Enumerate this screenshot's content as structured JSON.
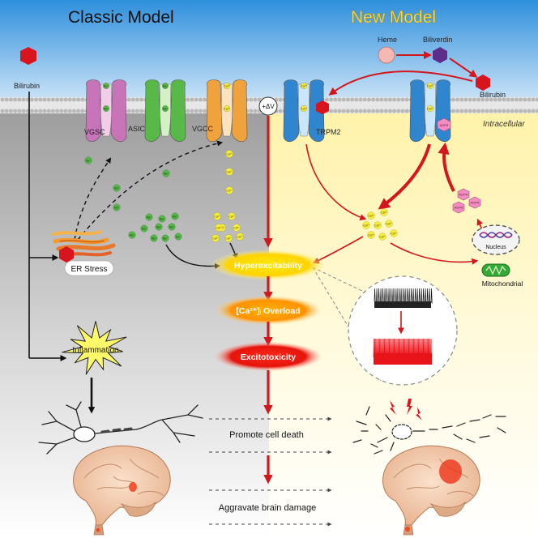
{
  "titles": {
    "classic": "Classic Model",
    "new": "New Model"
  },
  "labels": {
    "intracellular": "Intracellular",
    "heme": "Heme",
    "biliverdin": "Biliverdin",
    "bilirubin_left": "Bilirubin",
    "bilirubin_right": "Bilirubin",
    "delta_v": "+ΔV",
    "er_stress": "ER Stress",
    "inflammation": "Inflammation",
    "nucleus": "Nucleus",
    "mitochondrial": "Mitochondrial"
  },
  "channels": [
    {
      "name": "VGSC",
      "ion": "Na⁺"
    },
    {
      "name": "ASIC",
      "ion": "Na⁺"
    },
    {
      "name": "VGCC",
      "ion": "Ca²⁺"
    },
    {
      "name": "TRPM2",
      "ion": "Ca²⁺"
    },
    {
      "name": "",
      "ion": "Ca²⁺"
    }
  ],
  "ions": {
    "na": "Na⁺",
    "ca": "Ca²⁺"
  },
  "adpr": "ADPR",
  "cascade": {
    "hyperexcitability": "Hyperexcitability",
    "overload": "[Ca²⁺]ᵢ Overload",
    "excitotoxicity": "Excitotoxicity"
  },
  "outcomes": {
    "cell_death": "Promote cell death",
    "brain_damage": "Aggravate brain damage"
  },
  "colors": {
    "membrane": "#c9c9c9",
    "arrow_red": "#d3171d",
    "blue_bg": "#2f8fdc",
    "yellow_bg": "#fff7c4",
    "vgsc": "#c774b8",
    "asic": "#58b948",
    "vgcc": "#f0a33c",
    "trpm2": "#2f86cf"
  }
}
